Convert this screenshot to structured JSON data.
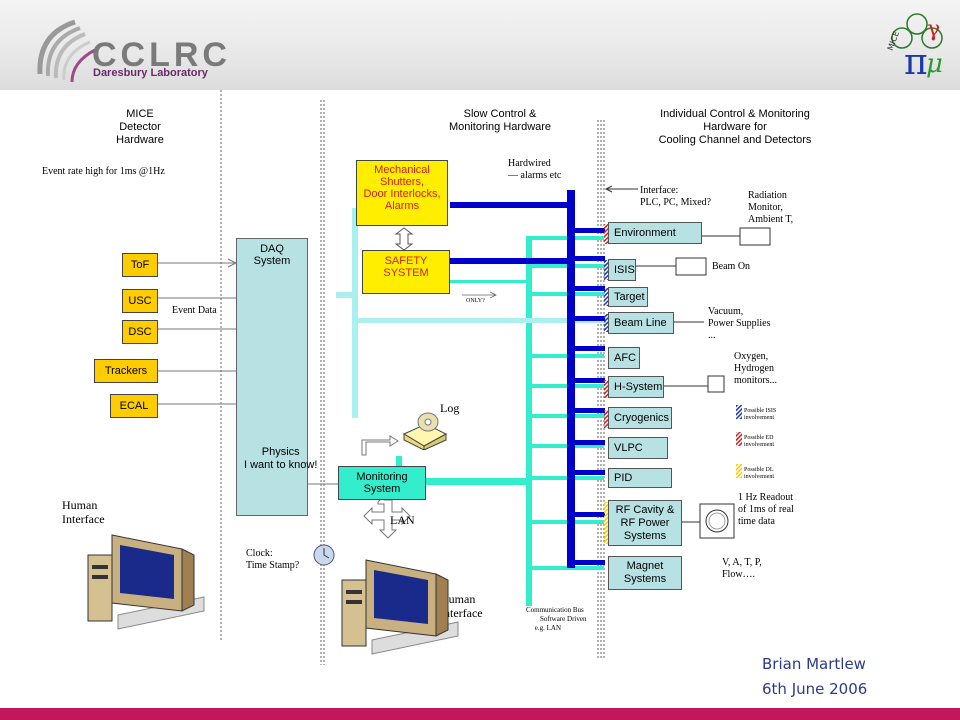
{
  "header": {
    "logo_text": "CCLRC",
    "logo_sub": "Daresbury Laboratory",
    "mice_logo_text": "MICE"
  },
  "columns": {
    "detector": "MICE\nDetector\nHardware",
    "slow_control": "Slow Control &\nMonitoring Hardware",
    "individual": "Individual Control & Monitoring\nHardware for\nCooling Channel and Detectors"
  },
  "notes": {
    "event_rate": "Event rate high for 1ms @1Hz",
    "event_data": "Event Data",
    "hardwired": "Hardwired\n— alarms etc",
    "interface": "Interface:\nPLC, PC, Mixed?",
    "radiation": "Radiation\nMonitor,\nAmbient T,",
    "beam_on": "Beam On",
    "vacuum": "Vacuum,\nPower Supplies\n...",
    "oxygen": "Oxygen,\nHydrogen\nmonitors...",
    "readout": "1 Hz Readout\nof 1ms of real\ntime data",
    "vatp": "V, A, T, P,\nFlow….",
    "only": "ONLY?",
    "log": "Log",
    "lan": "LAN",
    "physics": "Physics\nI want to know!",
    "clock": "Clock:\nTime Stamp?",
    "human1": "Human\nInterface",
    "human2": "Human\nInterface",
    "comm_bus": "Communication Bus\n        Software Driven\n     e.g. LAN"
  },
  "legend": {
    "isis": "Possible ISIS\ninvolvement",
    "ed": "Possible ED\ninvolvement",
    "dl": "Possible DL\ninvolvement"
  },
  "detectors": [
    "ToF",
    "USC",
    "DSC",
    "Trackers",
    "ECAL"
  ],
  "daq": "DAQ\nSystem",
  "mechanical": "Mechanical\nShutters,\nDoor Interlocks,\nAlarms",
  "safety": "SAFETY\nSYSTEM",
  "monitoring": "Monitoring\nSystem",
  "subsystems": [
    "Environment",
    "ISIS",
    "Target",
    "Beam Line",
    "AFC",
    "H-System",
    "Cryogenics",
    "VLPC",
    "PID",
    "RF Cavity &\nRF Power\nSystems",
    "Magnet\nSystems"
  ],
  "author": {
    "name": "Brian Martlew",
    "date": "6th June 2006"
  },
  "colors": {
    "blue_bus": "#0000cc",
    "cyan_bus": "#33eecc",
    "yellow_box": "#ffcc00",
    "cyan_box": "#b8e1e4",
    "footer": "#c2185b",
    "author": "#2b3a8c"
  }
}
